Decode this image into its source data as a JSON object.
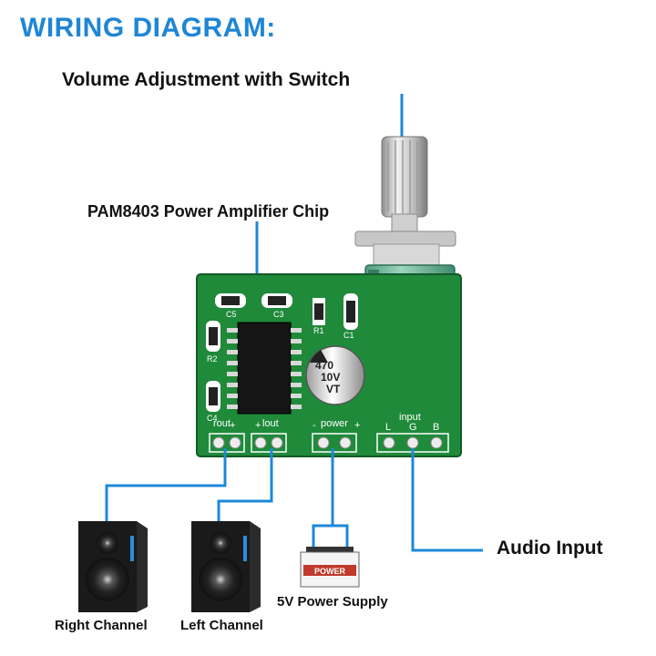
{
  "title": "WIRING DIAGRAM:",
  "labels": {
    "volume": "Volume Adjustment with Switch",
    "chip": "PAM8403 Power Amplifier Chip",
    "audio_input": "Audio Input",
    "power_supply": "5V Power Supply",
    "right_channel": "Right Channel",
    "left_channel": "Left Channel"
  },
  "board": {
    "rout": "rout",
    "lout": "lout",
    "power": "power",
    "input": "input",
    "input_pins": [
      "L",
      "G",
      "B"
    ],
    "cap_470": "470",
    "cap_10v": "10V",
    "cap_vt": "VT",
    "refs": [
      "C5",
      "C3",
      "R1",
      "C1",
      "R2",
      "C4"
    ]
  },
  "battery_text": "POWER",
  "colors": {
    "title": "#1f86d6",
    "wire": "#1e88d8",
    "pcb": "#1f8a3a"
  }
}
